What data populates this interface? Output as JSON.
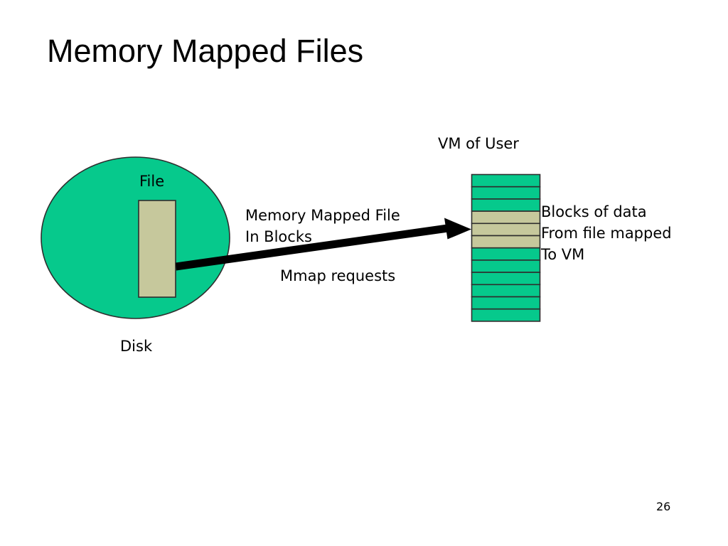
{
  "slide": {
    "title": "Memory Mapped Files",
    "page_number": "26",
    "background_color": "#ffffff"
  },
  "colors": {
    "green_fill": "#06C98C",
    "tan_fill": "#C6C89C",
    "outline": "#2E2E2E",
    "arrow": "#000000",
    "text": "#000000"
  },
  "disk": {
    "shape": "ellipse",
    "caption": "Disk",
    "file_label": "File",
    "file_block_fill": "#C6C89C"
  },
  "vm": {
    "title": "VM of User",
    "description_lines": [
      "Blocks of data",
      "From file mapped",
      "To VM"
    ],
    "block_count": 12,
    "mapped_block_indices": [
      3,
      4,
      5
    ],
    "block_fill_unmapped": "#06C98C",
    "block_fill_mapped": "#C6C89C"
  },
  "arrow": {
    "label_lines": [
      "Memory Mapped File",
      "In Blocks"
    ],
    "caption": "Mmap requests",
    "direction": "disk-to-vm"
  },
  "labels": {
    "memory_mapped_file": "Memory Mapped File\nIn Blocks",
    "mmap_requests": "Mmap requests",
    "blocks_of_data": "Blocks of data\nFrom file mapped\nTo VM"
  }
}
